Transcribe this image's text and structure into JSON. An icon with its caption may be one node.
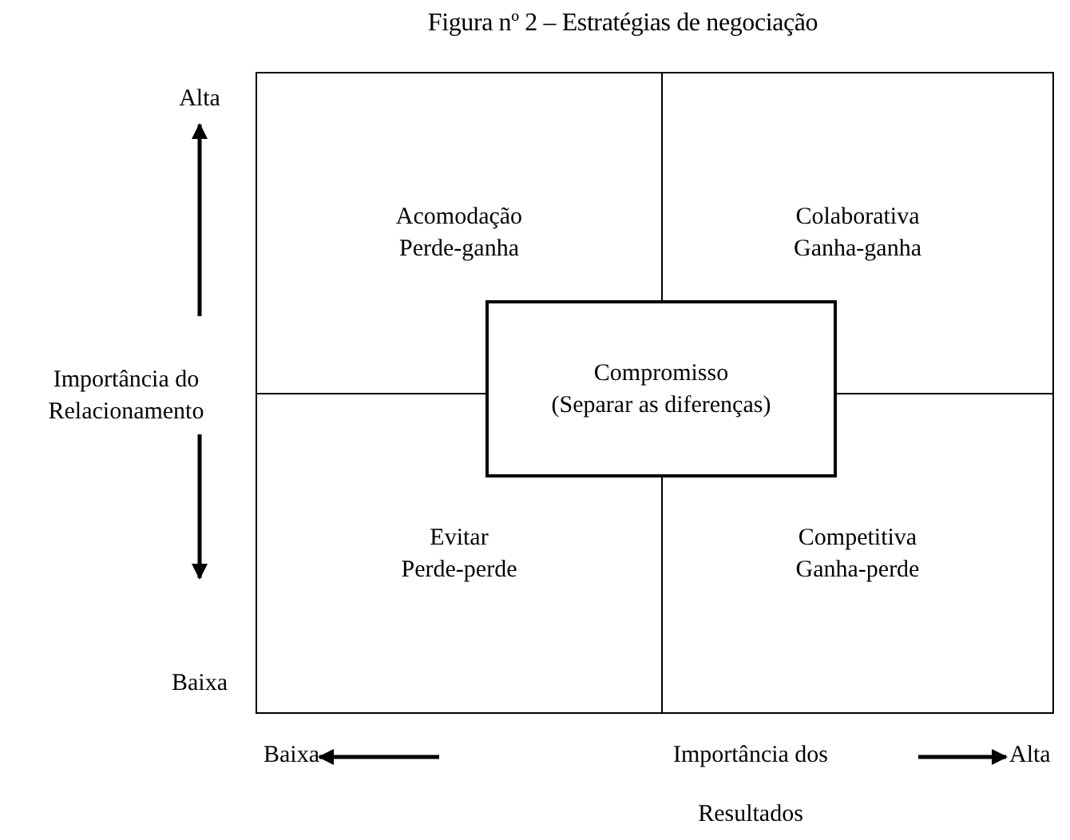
{
  "diagram": {
    "title": "Figura nº 2 – Estratégias de negociação",
    "nodes": [
      {
        "text": [
          "Acomodação",
          "Perde-ganha"
        ]
      },
      {
        "text": [
          "Colaborativa",
          "Ganha-ganha"
        ]
      },
      {
        "text": [
          "Compromisso",
          "(Separar as diferenças)"
        ]
      },
      {
        "text": [
          "Evitar",
          "Perde-perde"
        ]
      },
      {
        "text": [
          "Competitiva",
          "Ganha-perde"
        ]
      }
    ],
    "labels": [
      "Alta",
      "Importância do Relacionamento",
      "Baixa",
      "Baixa",
      "Importância dos Resultados",
      "Alta"
    ]
  }
}
